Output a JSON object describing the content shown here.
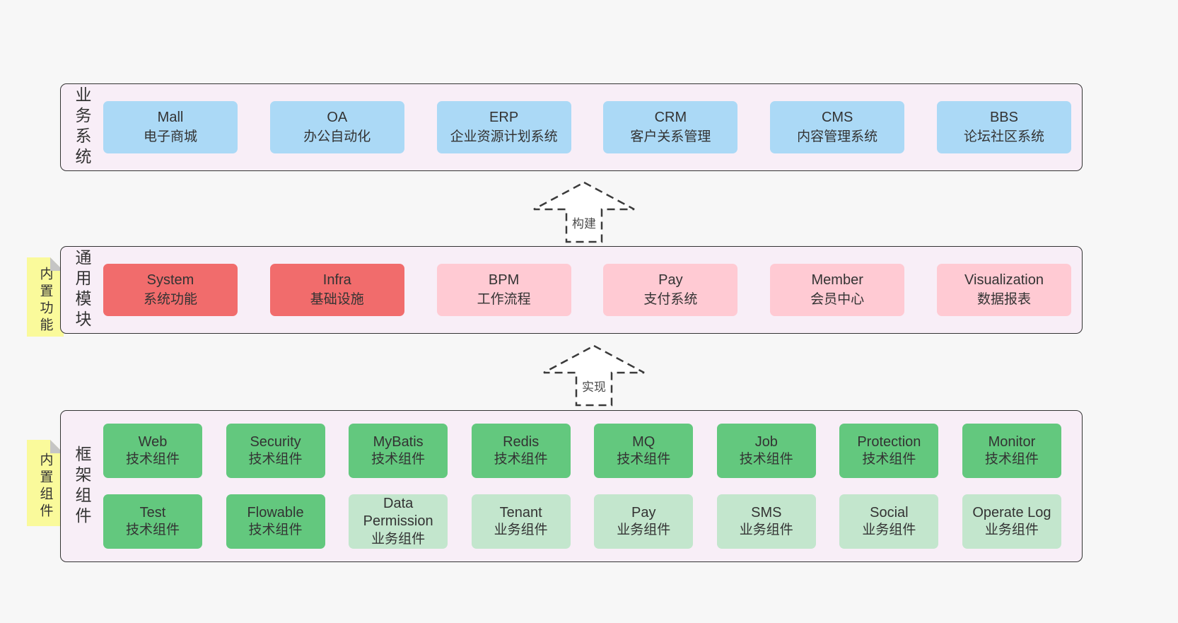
{
  "colors": {
    "page_bg": "#f7f7f7",
    "layer_bg": "#f8eef7",
    "border": "#333333",
    "text": "#333333",
    "blue": "#abd9f6",
    "red": "#f16c6c",
    "pink": "#ffcad3",
    "green": "#63c87e",
    "light_green": "#c3e6cd",
    "sticky_yellow": "#fafa9b",
    "sticky_fold": "#c5c5c5"
  },
  "arrows": {
    "build": "构建",
    "implement": "实现"
  },
  "stickies": {
    "features": "内置功能",
    "components": "内置组件"
  },
  "layer1": {
    "label": "业务系统",
    "boxes": [
      {
        "name": "Mall",
        "desc": "电子商城"
      },
      {
        "name": "OA",
        "desc": "办公自动化"
      },
      {
        "name": "ERP",
        "desc": "企业资源计划系统"
      },
      {
        "name": "CRM",
        "desc": "客户关系管理"
      },
      {
        "name": "CMS",
        "desc": "内容管理系统"
      },
      {
        "name": "BBS",
        "desc": "论坛社区系统"
      }
    ]
  },
  "layer2": {
    "label": "通用模块",
    "boxes": [
      {
        "name": "System",
        "desc": "系统功能"
      },
      {
        "name": "Infra",
        "desc": "基础设施"
      },
      {
        "name": "BPM",
        "desc": "工作流程"
      },
      {
        "name": "Pay",
        "desc": "支付系统"
      },
      {
        "name": "Member",
        "desc": "会员中心"
      },
      {
        "name": "Visualization",
        "desc": "数据报表"
      }
    ]
  },
  "layer3": {
    "label": "框架组件",
    "row1": [
      {
        "name": "Web",
        "desc": "技术组件"
      },
      {
        "name": "Security",
        "desc": "技术组件"
      },
      {
        "name": "MyBatis",
        "desc": "技术组件"
      },
      {
        "name": "Redis",
        "desc": "技术组件"
      },
      {
        "name": "MQ",
        "desc": "技术组件"
      },
      {
        "name": "Job",
        "desc": "技术组件"
      },
      {
        "name": "Protection",
        "desc": "技术组件"
      },
      {
        "name": "Monitor",
        "desc": "技术组件"
      }
    ],
    "row2": [
      {
        "name": "Test",
        "desc": "技术组件"
      },
      {
        "name": "Flowable",
        "desc": "技术组件"
      },
      {
        "name": "Data Permission",
        "desc": "业务组件"
      },
      {
        "name": "Tenant",
        "desc": "业务组件"
      },
      {
        "name": "Pay",
        "desc": "业务组件"
      },
      {
        "name": "SMS",
        "desc": "业务组件"
      },
      {
        "name": "Social",
        "desc": "业务组件"
      },
      {
        "name": "Operate Log",
        "desc": "业务组件"
      }
    ]
  }
}
